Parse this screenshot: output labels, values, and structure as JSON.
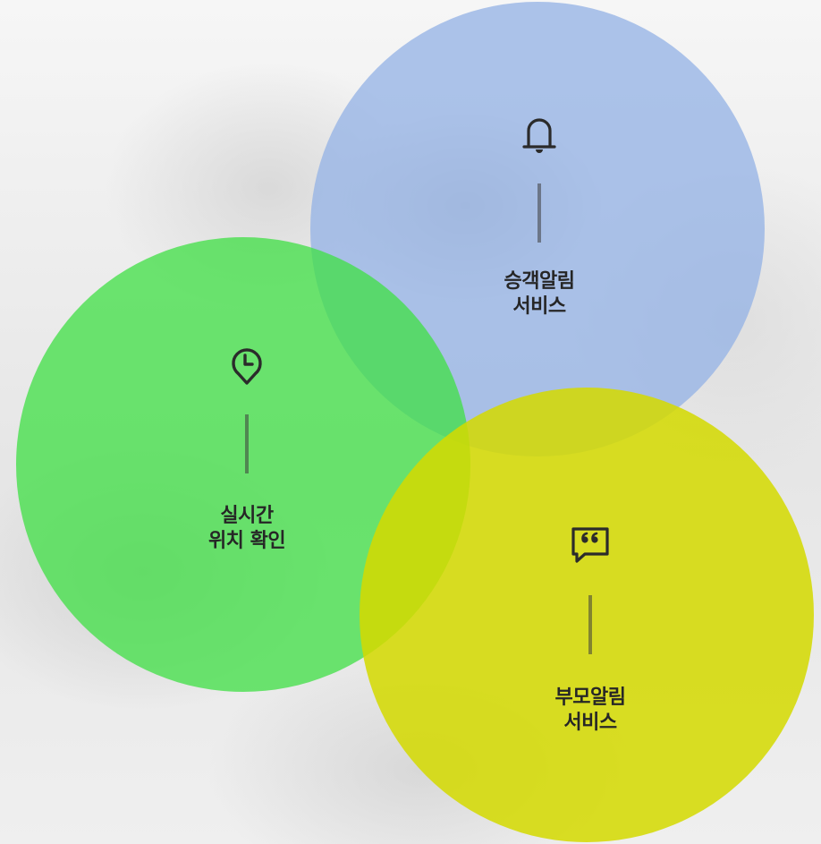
{
  "services": [
    {
      "id": "passenger-alert",
      "icon": "bell-icon",
      "line1": "승객알림",
      "line2": "서비스",
      "color": "#96b4e6"
    },
    {
      "id": "realtime-location",
      "icon": "clock-pin-icon",
      "line1": "실시간",
      "line2": "위치 확인",
      "color": "#41e046"
    },
    {
      "id": "parent-alert",
      "icon": "speech-bubble-icon",
      "line1": "부모알림",
      "line2": "서비스",
      "color": "#d4da00"
    }
  ]
}
